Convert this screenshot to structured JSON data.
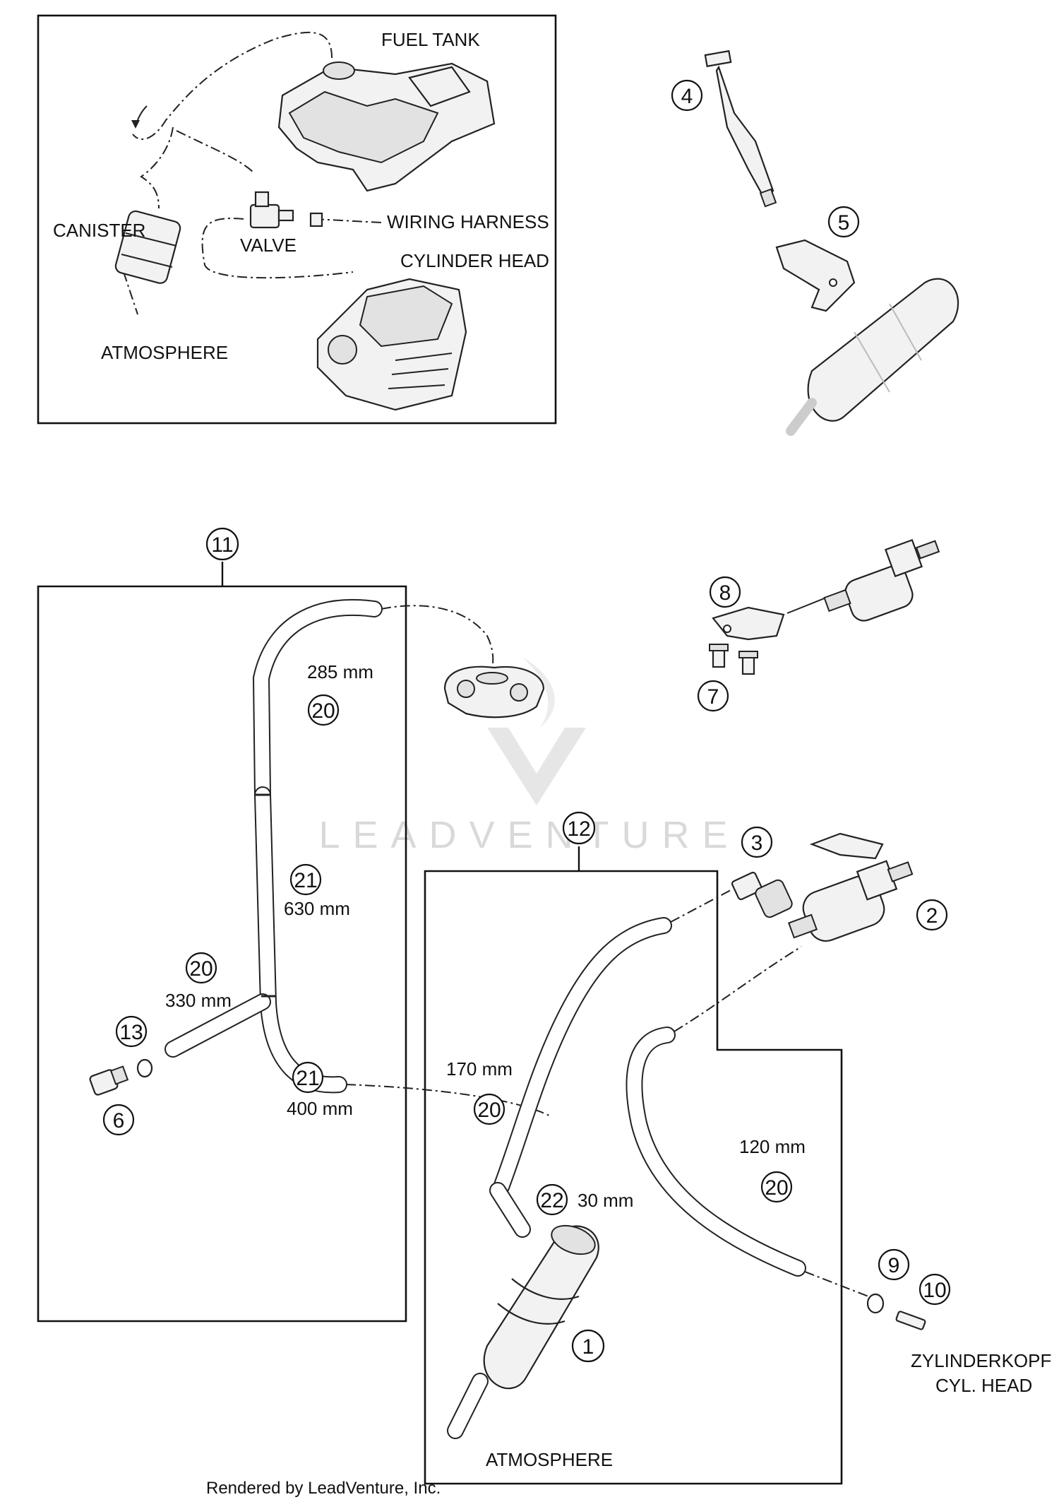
{
  "inset": {
    "fuel_tank": "FUEL TANK",
    "canister": "CANISTER",
    "valve": "VALVE",
    "wiring_harness": "WIRING HARNESS",
    "cylinder_head": "CYLINDER HEAD",
    "atmosphere": "ATMOSPHERE"
  },
  "callouts": {
    "c1": "1",
    "c2": "2",
    "c3": "3",
    "c4": "4",
    "c5": "5",
    "c6": "6",
    "c7": "7",
    "c8": "8",
    "c9": "9",
    "c10": "10",
    "c11": "11",
    "c12": "12",
    "c13": "13",
    "c20a": "20",
    "c20b": "20",
    "c20c": "20",
    "c20d": "20",
    "c21a": "21",
    "c21b": "21",
    "c22": "22"
  },
  "lengths": {
    "l285": "285 mm",
    "l630": "630 mm",
    "l330": "330 mm",
    "l400": "400 mm",
    "l170": "170 mm",
    "l120": "120 mm",
    "l30": "30 mm"
  },
  "labels": {
    "atmosphere": "ATMOSPHERE",
    "zylinderkopf": "ZYLINDERKOPF",
    "cyl_head": "CYL. HEAD"
  },
  "watermark": "LEADVENTURE",
  "footer": "Rendered by LeadVenture, Inc."
}
